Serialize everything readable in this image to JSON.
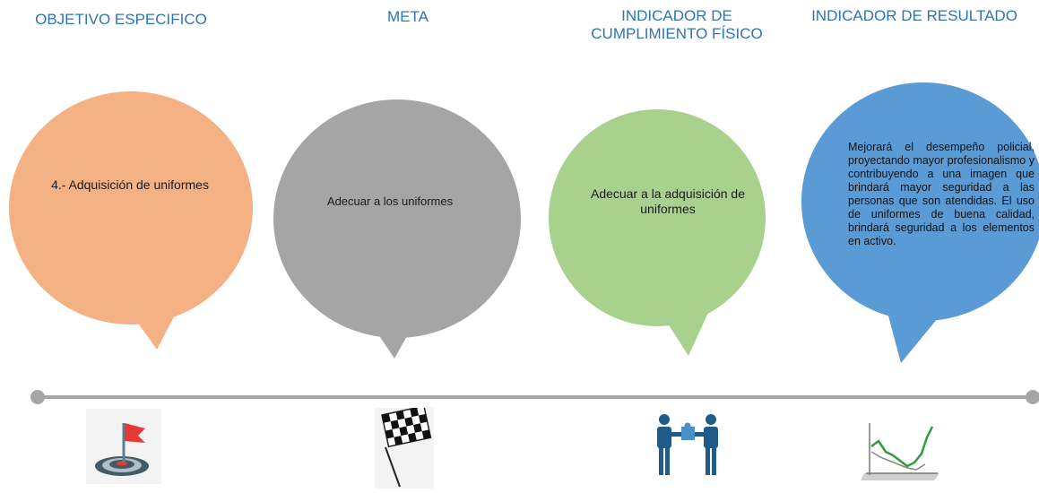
{
  "headings": {
    "objective": "OBJETIVO ESPECIFICO",
    "goal": "META",
    "physical_indicator": "INDICADOR DE\nCUMPLIMIENTO FÍSICO",
    "result_indicator": "INDICADOR DE RESULTADO"
  },
  "bubbles": {
    "objective_text": "4.- Adquisición de uniformes",
    "goal_text": "Adecuar a los uniformes",
    "physical_text": "Adecuar a la adquisición de uniformes",
    "result_text": "Mejorará el desempeño policial, proyectando mayor profesionalismo y contribuyendo a una imagen que brindará mayor seguridad a las personas que son atendidas. El uso de uniformes de buena calidad, brindará seguridad a los elementos en activo."
  },
  "colors": {
    "objective_bubble": "#f4b183",
    "goal_bubble": "#a5a5a5",
    "physical_bubble": "#a9d18e",
    "result_bubble": "#5b9bd5",
    "heading_text": "#2e74b5",
    "timeline": "#a6a6a6"
  },
  "icons": {
    "objective": "target-flag-icon",
    "goal": "checkered-flag-icon",
    "physical": "handshake-puzzle-icon",
    "result": "line-chart-icon"
  }
}
